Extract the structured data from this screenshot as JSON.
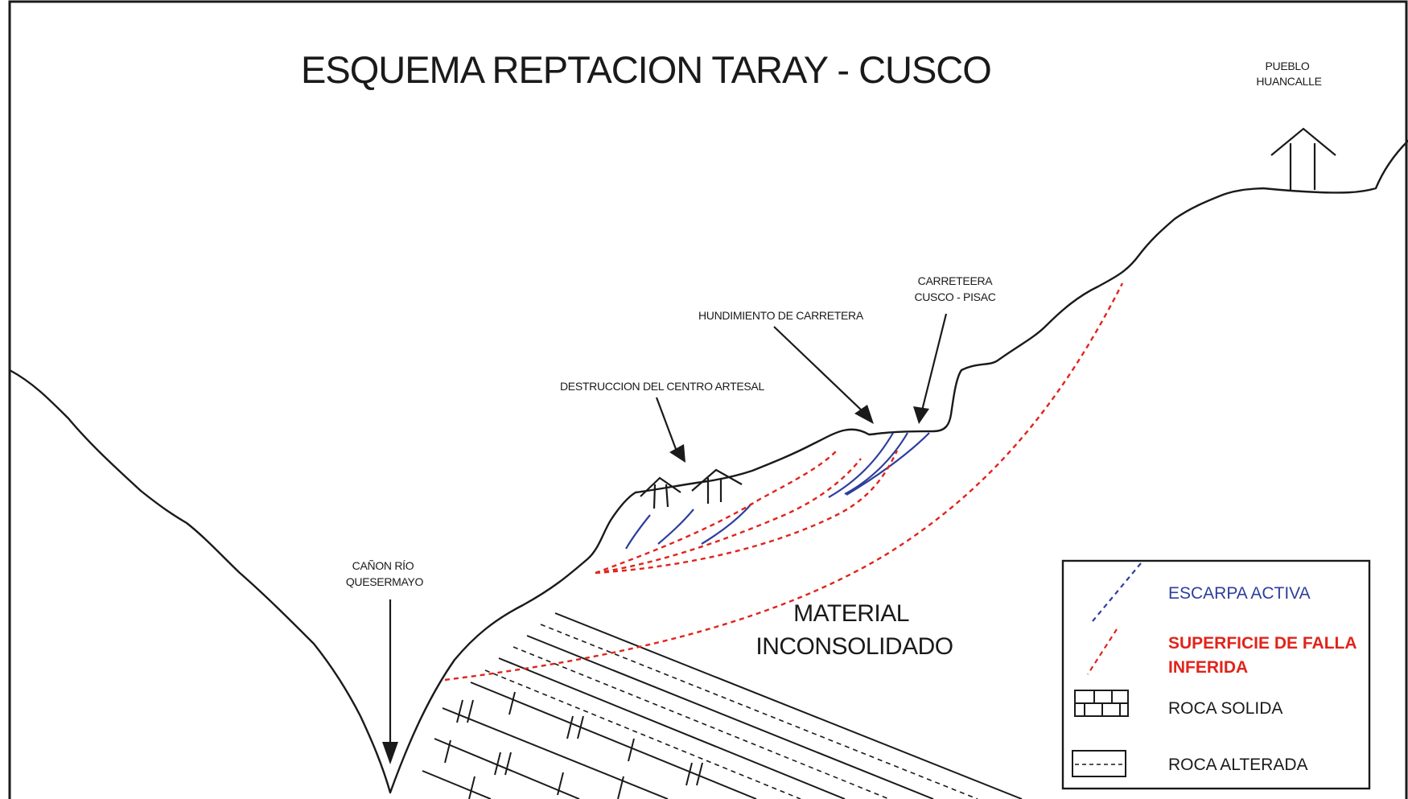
{
  "title": "ESQUEMA REPTACION  TARAY - CUSCO",
  "labels": {
    "pueblo_line1": "PUEBLO",
    "pueblo_line2": "HUANCALLE",
    "carretera_line1": "CARRETEERA",
    "carretera_line2": "CUSCO - PISAC",
    "hundimiento": "HUNDIMIENTO DE CARRETERA",
    "destruccion": "DESTRUCCION DEL CENTRO ARTESAL",
    "canon_line1": "CAÑON RÍO",
    "canon_line2": "QUESERMAYO",
    "material_line1": "MATERIAL",
    "material_line2": "INCONSOLIDADO"
  },
  "legend": {
    "escarpa": "ESCARPA ACTIVA",
    "superficie_line1": "SUPERFICIE DE FALLA",
    "superficie_line2": "INFERIDA",
    "roca_solida": "ROCA SOLIDA",
    "roca_alterada": "ROCA ALTERADA"
  },
  "colors": {
    "scarp": "#2d3e9c",
    "fault": "#e0241b",
    "line": "#1a1a1a",
    "background": "#ffffff"
  }
}
